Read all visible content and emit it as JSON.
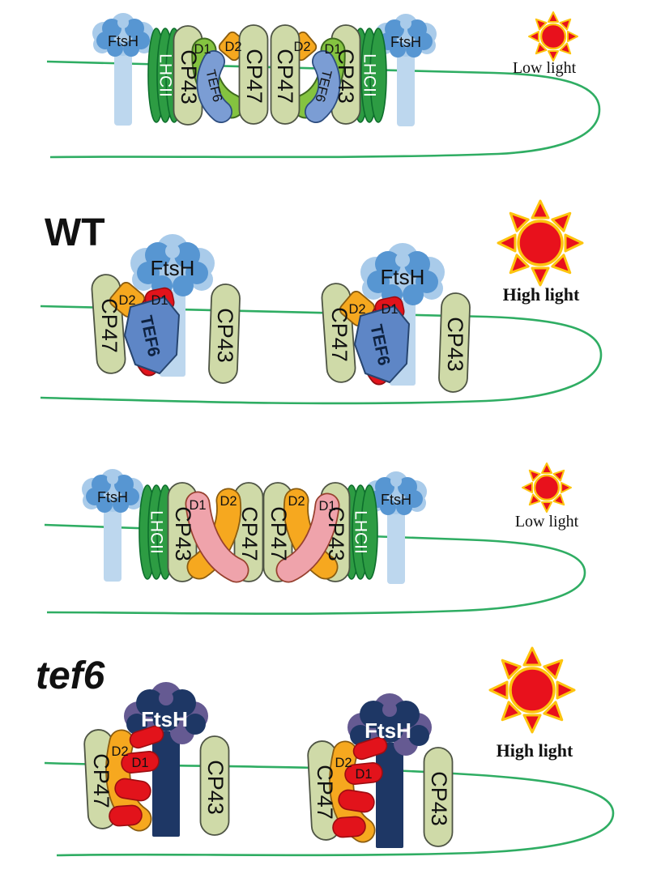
{
  "figure": {
    "genotype_wt": "WT",
    "genotype_tef6": "tef6",
    "condition_low": "Low light",
    "condition_high": "High light",
    "proteins": {
      "ftsh": "FtsH",
      "lhcii": "LHCII",
      "cp43": "CP43",
      "cp47": "CP47",
      "d1": "D1",
      "d2": "D2",
      "tef6": "TEF6"
    }
  },
  "colors": {
    "membrane_green": "#2fad63",
    "core_antenna_sage": "#cfdaa8",
    "lhcii_green": "#2d9c43",
    "d1_green": "#84c340",
    "d1_red": "#e2131b",
    "d1_pink": "#efa3ab",
    "d2_orange": "#f6a81f",
    "tef6_blue_light": "#7b9dd4",
    "tef6_blue": "#5e86c6",
    "ftsh_blue": "#5796d2",
    "ftsh_light_blue": "#a9cbea",
    "ftsh_stem_blue": "#bdd7ee",
    "ftsh_navy": "#1e3765",
    "ftsh_purple": "#655a92",
    "sun_red": "#e8111c",
    "sun_gold": "#fdc40e"
  }
}
